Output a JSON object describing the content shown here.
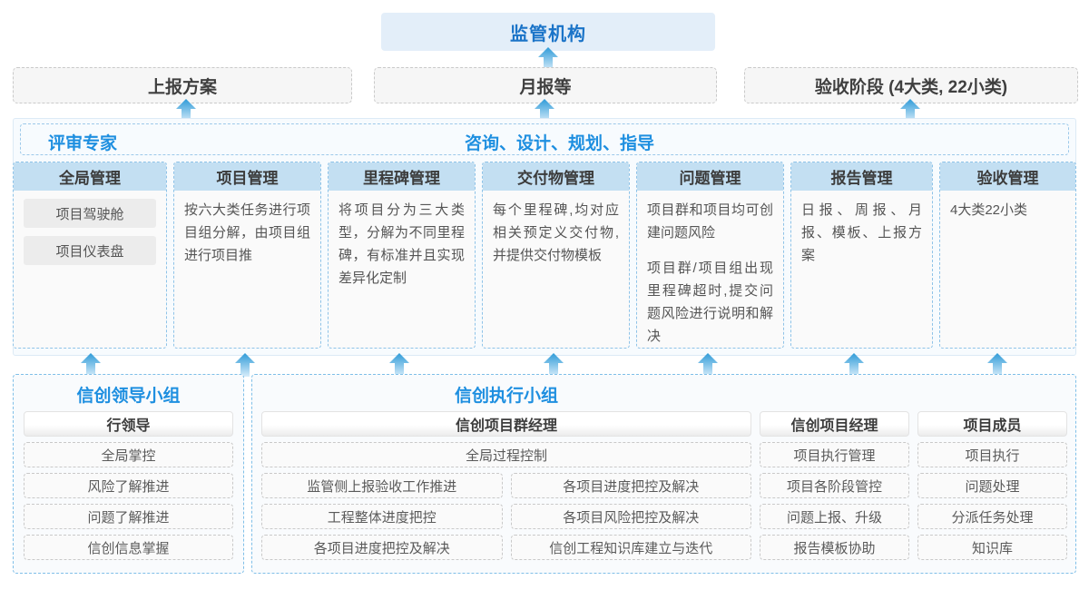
{
  "regulator": {
    "label": "监管机构"
  },
  "report_row": [
    {
      "label": "上报方案"
    },
    {
      "label": "月报等"
    },
    {
      "label": "验收阶段 (4大类, 22小类)"
    }
  ],
  "middle_band": {
    "header_left": "评审专家",
    "header_center": "咨询、设计、规划、指导",
    "columns": [
      {
        "title": "全局管理",
        "pills": [
          "项目驾驶舱",
          "项目仪表盘"
        ],
        "paragraphs": []
      },
      {
        "title": "项目管理",
        "pills": [],
        "paragraphs": [
          "按六大类任务进行项目组分解，由项目组进行项目推"
        ]
      },
      {
        "title": "里程碑管理",
        "pills": [],
        "paragraphs": [
          "将项目分为三大类型，分解为不同里程碑，有标准并且实现差异化定制"
        ]
      },
      {
        "title": "交付物管理",
        "pills": [],
        "paragraphs": [
          "每个里程碑,均对应相关预定义交付物,并提供交付物模板"
        ]
      },
      {
        "title": "问题管理",
        "pills": [],
        "paragraphs": [
          "项目群和项目均可创建问题风险",
          "项目群/项目组出现里程碑超时,提交问题风险进行说明和解决"
        ]
      },
      {
        "title": "报告管理",
        "pills": [],
        "paragraphs": [
          "日报、周报、月报、模板、上报方案"
        ]
      },
      {
        "title": "验收管理",
        "pills": [],
        "paragraphs": [
          "4大类22小类"
        ]
      }
    ]
  },
  "bottom": {
    "leading_group": {
      "title": "信创领导小组",
      "role": "行领导",
      "tasks": [
        "全局掌控",
        "风险了解推进",
        "问题了解推进",
        "信创信息掌握"
      ]
    },
    "execution_group": {
      "title": "信创执行小组",
      "program_manager": {
        "role": "信创项目群经理",
        "full_width_task": "全局过程控制",
        "task_rows": [
          [
            "监管侧上报验收工作推进",
            "各项目进度把控及解决"
          ],
          [
            "工程整体进度把控",
            "各项目风险把控及解决"
          ],
          [
            "各项目进度把控及解决",
            "信创工程知识库建立与迭代"
          ]
        ]
      },
      "project_manager": {
        "role": "信创项目经理",
        "tasks": [
          "项目执行管理",
          "项目各阶段管控",
          "问题上报、升级",
          "报告模板协助"
        ]
      },
      "project_member": {
        "role": "项目成员",
        "tasks": [
          "项目执行",
          "问题处理",
          "分派任务处理",
          "知识库"
        ]
      }
    }
  },
  "icons": {
    "arrow_up": "arrow-up-icon"
  },
  "colors": {
    "accent_blue": "#1e8fe0",
    "title_blue": "#1b74c8",
    "header_fill": "#c3dff2",
    "band_fill": "#f7fbfe",
    "arrow_top": "#2f9bd8",
    "arrow_bottom": "#cfe8f7"
  }
}
